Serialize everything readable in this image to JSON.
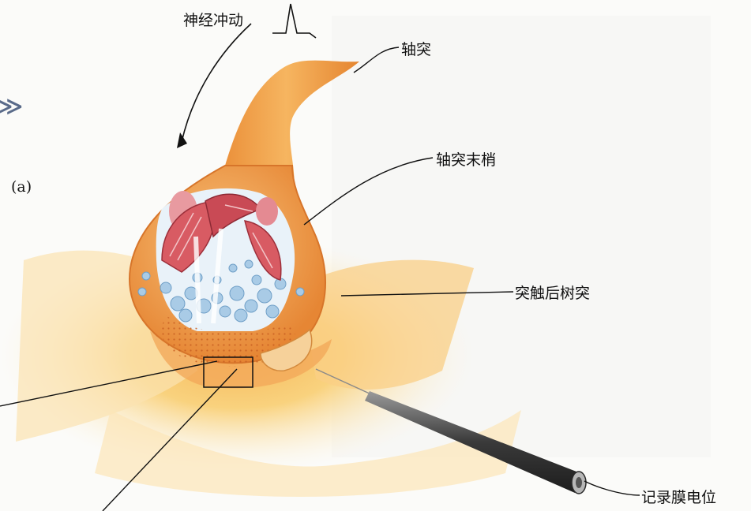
{
  "panel_label": "(a)",
  "labels": {
    "nerve_impulse": "神经冲动",
    "axon": "轴突",
    "axon_terminal": "轴突末梢",
    "postsynaptic_dendrite": "突触后树突",
    "recording": "记录膜电位"
  },
  "colors": {
    "terminal_orange": "#f0a04b",
    "terminal_dark": "#e27a2b",
    "dendrite_glow": "#f9d27e",
    "vesicle_blue": "#a9cbe6",
    "mitochondria_red": "#d85b63",
    "electrode_gray": "#4a4a4a"
  }
}
